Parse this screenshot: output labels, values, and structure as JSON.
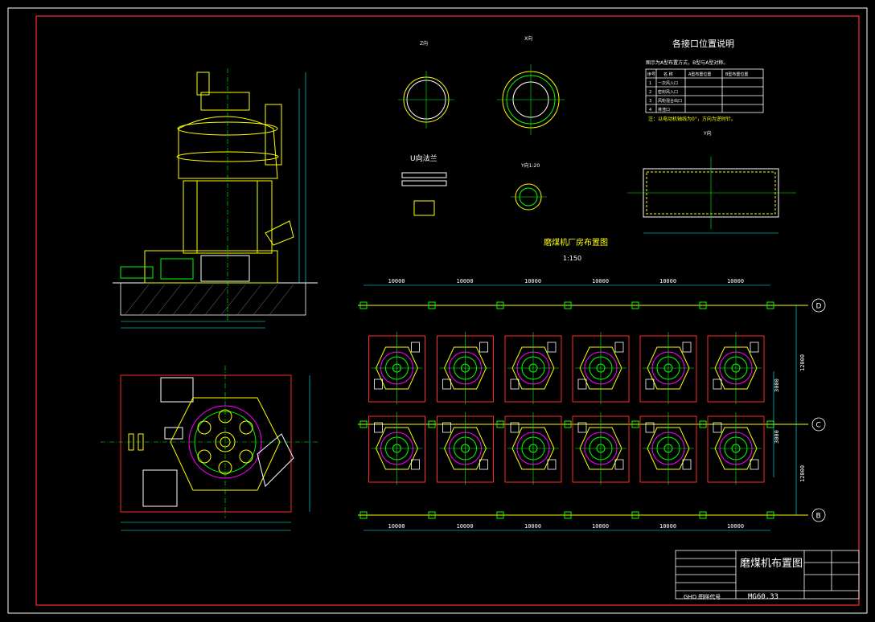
{
  "colors": {
    "background": "#000000",
    "frame": "#ffffff",
    "inner_frame": "#ff2a2a",
    "outline": "#ffff00",
    "magenta": "#ff00ff",
    "green": "#00ff00",
    "cyan": "#00ffff",
    "white": "#ffffff"
  },
  "drawing": {
    "interface_title": "各接口位置说明",
    "interface_note": "图示为A型布置方式，B型与A型对称。",
    "interface_table": {
      "headers": [
        "序号",
        "名 称",
        "A型布置位置",
        "B型布置位置"
      ],
      "rows": [
        {
          "no": "1",
          "name": "一次风入口"
        },
        {
          "no": "2",
          "name": "密封风入口"
        },
        {
          "no": "3",
          "name": "风粉混合出口"
        },
        {
          "no": "4",
          "name": "排渣口"
        }
      ]
    },
    "interface_footnote": "注：以电动机轴线为0°，方向为逆时针。",
    "u_flange_label": "U向法兰",
    "view_labels": {
      "z_view": "Z向",
      "x_view": "X向",
      "y_view": "Y向",
      "y_scale": "Y向1:20"
    },
    "plant_layout_title": "磨煤机厂房布置图",
    "plant_layout_scale": "1:150",
    "span_label": "10000",
    "axis_labels": [
      "D",
      "C",
      "B"
    ],
    "dim_upper": "12000",
    "dim_lower": "12000",
    "dim_center_top": "3000",
    "dim_center_bottom": "3000"
  },
  "title_block": {
    "drawing_name": "磨煤机布置图",
    "drawing_number": "MG60.33",
    "ref_label": "GHD 图样代号"
  }
}
